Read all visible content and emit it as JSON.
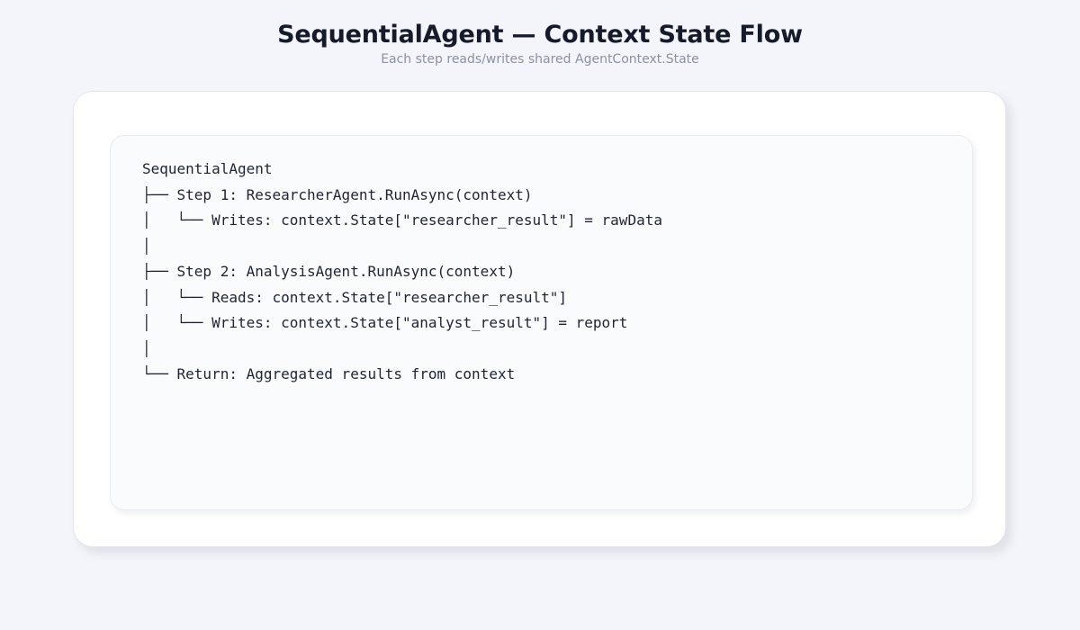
{
  "header": {
    "title": "SequentialAgent — Context State Flow",
    "subtitle": "Each step reads/writes shared AgentContext.State"
  },
  "diagram": {
    "root_label": "SequentialAgent",
    "tree_lines": [
      "SequentialAgent",
      "├── Step 1: ResearcherAgent.RunAsync(context)",
      "│   └── Writes: context.State[\"researcher_result\"] = rawData",
      "│",
      "├── Step 2: AnalysisAgent.RunAsync(context)",
      "│   └── Reads: context.State[\"researcher_result\"]",
      "│   └── Writes: context.State[\"analyst_result\"] = report",
      "│",
      "└── Return: Aggregated results from context"
    ],
    "nodes": [
      {
        "id": "root",
        "depth": 0,
        "connector": "",
        "label": "SequentialAgent"
      },
      {
        "id": "step-1",
        "depth": 1,
        "connector": "├──",
        "label": "Step 1: ResearcherAgent.RunAsync(context)"
      },
      {
        "id": "step-1-writes",
        "depth": 2,
        "connector": "└──",
        "label": "Writes: context.State[\"researcher_result\"] = rawData"
      },
      {
        "id": "spacer-1",
        "depth": 1,
        "connector": "│",
        "label": ""
      },
      {
        "id": "step-2",
        "depth": 1,
        "connector": "├──",
        "label": "Step 2: AnalysisAgent.RunAsync(context)"
      },
      {
        "id": "step-2-reads",
        "depth": 2,
        "connector": "└──",
        "label": "Reads: context.State[\"researcher_result\"]"
      },
      {
        "id": "step-2-writes",
        "depth": 2,
        "connector": "└──",
        "label": "Writes: context.State[\"analyst_result\"] = report"
      },
      {
        "id": "spacer-2",
        "depth": 1,
        "connector": "│",
        "label": ""
      },
      {
        "id": "return",
        "depth": 1,
        "connector": "└──",
        "label": "Return: Aggregated results from context"
      }
    ]
  },
  "colors": {
    "page_background": "#f4f5fa",
    "card_background": "#ffffff",
    "panel_background": "#fafbfd",
    "title_text": "#161b2b",
    "subtitle_text": "#8b91a1",
    "code_text": "#1e2434",
    "card_border": "#e4e6ee",
    "panel_border": "#e9ebf2"
  }
}
